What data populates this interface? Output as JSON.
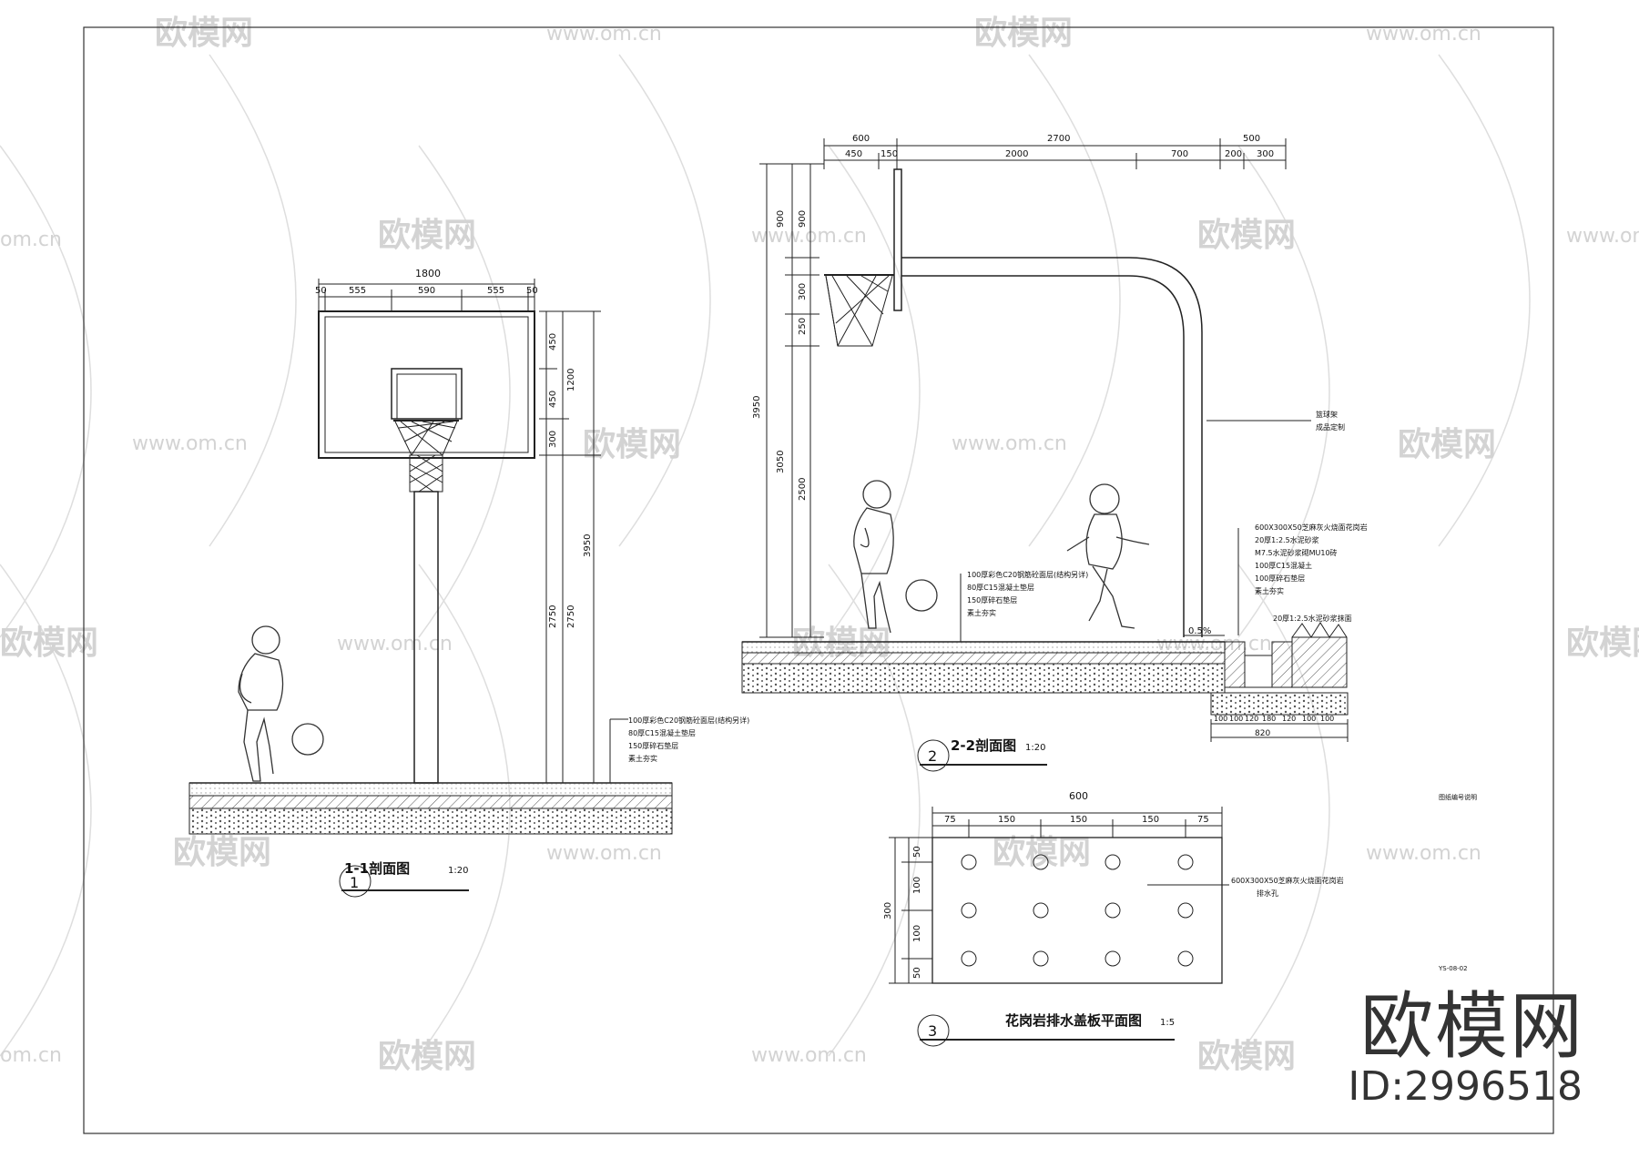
{
  "watermarks": {
    "brand": "欧模网",
    "url": "www.om.cn",
    "url_short": "om.cn",
    "cut_left": "欧模网",
    "cut_right": "欧模网"
  },
  "brand": {
    "name": "欧模网",
    "id": "ID:2996518"
  },
  "sheet": {
    "code": "YS-08-02",
    "note_right": "图纸编号说明"
  },
  "section1": {
    "title": "1-1剖面图",
    "scale": "1:20",
    "number": "1",
    "top_total": "1800",
    "top_dims": [
      "50",
      "555",
      "590",
      "555",
      "50"
    ],
    "right_dims_inner": [
      "450",
      "450",
      "300"
    ],
    "right_dim_mid": "1200",
    "right_dim_lower": "2750",
    "right_dim_lower2": "2750",
    "right_dim_total": "3950",
    "notes": [
      "100厚彩色C20钢筋砼面层(结构另详)",
      "80厚C15混凝土垫层",
      "150厚碎石垫层",
      "素土夯实"
    ]
  },
  "section2": {
    "title": "2-2剖面图",
    "scale": "1:20",
    "number": "2",
    "top_row1": [
      "600",
      "2700",
      "500"
    ],
    "top_row2": [
      "450",
      "150",
      "2000",
      "700",
      "200",
      "300"
    ],
    "left_dims": [
      "900",
      "900",
      "300",
      "250"
    ],
    "left_dim_a": "3950",
    "left_dim_b": "3050",
    "left_dim_c": "2500",
    "slope": "0.5%",
    "pole_notes": [
      "篮球架",
      "成品定制"
    ],
    "right_notes": [
      "600X300X50芝麻灰火烧面花岗岩",
      "20厚1:2.5水泥砂浆",
      "M7.5水泥砂浆砌MU10砖",
      "100厚C15混凝土",
      "100厚碎石垫层",
      "素土夯实"
    ],
    "edge_note": "20厚1:2.5水泥砂浆抹面",
    "court_notes": [
      "100厚彩色C20钢筋砼面层(结构另详)",
      "80厚C15混凝土垫层",
      "150厚碎石垫层",
      "素土夯实"
    ],
    "bottom_dims": [
      "100",
      "100",
      "120",
      "180",
      "120",
      "100",
      "100"
    ],
    "bottom_total": "820"
  },
  "plan3": {
    "title": "花岗岩排水盖板平面图",
    "scale": "1:5",
    "number": "3",
    "top_total": "600",
    "top_dims": [
      "75",
      "150",
      "150",
      "150",
      "75"
    ],
    "left_total": "300",
    "left_dims": [
      "50",
      "100",
      "100",
      "50"
    ],
    "note1": "600X300X50芝麻灰火烧面花岗岩",
    "note2": "排水孔"
  }
}
